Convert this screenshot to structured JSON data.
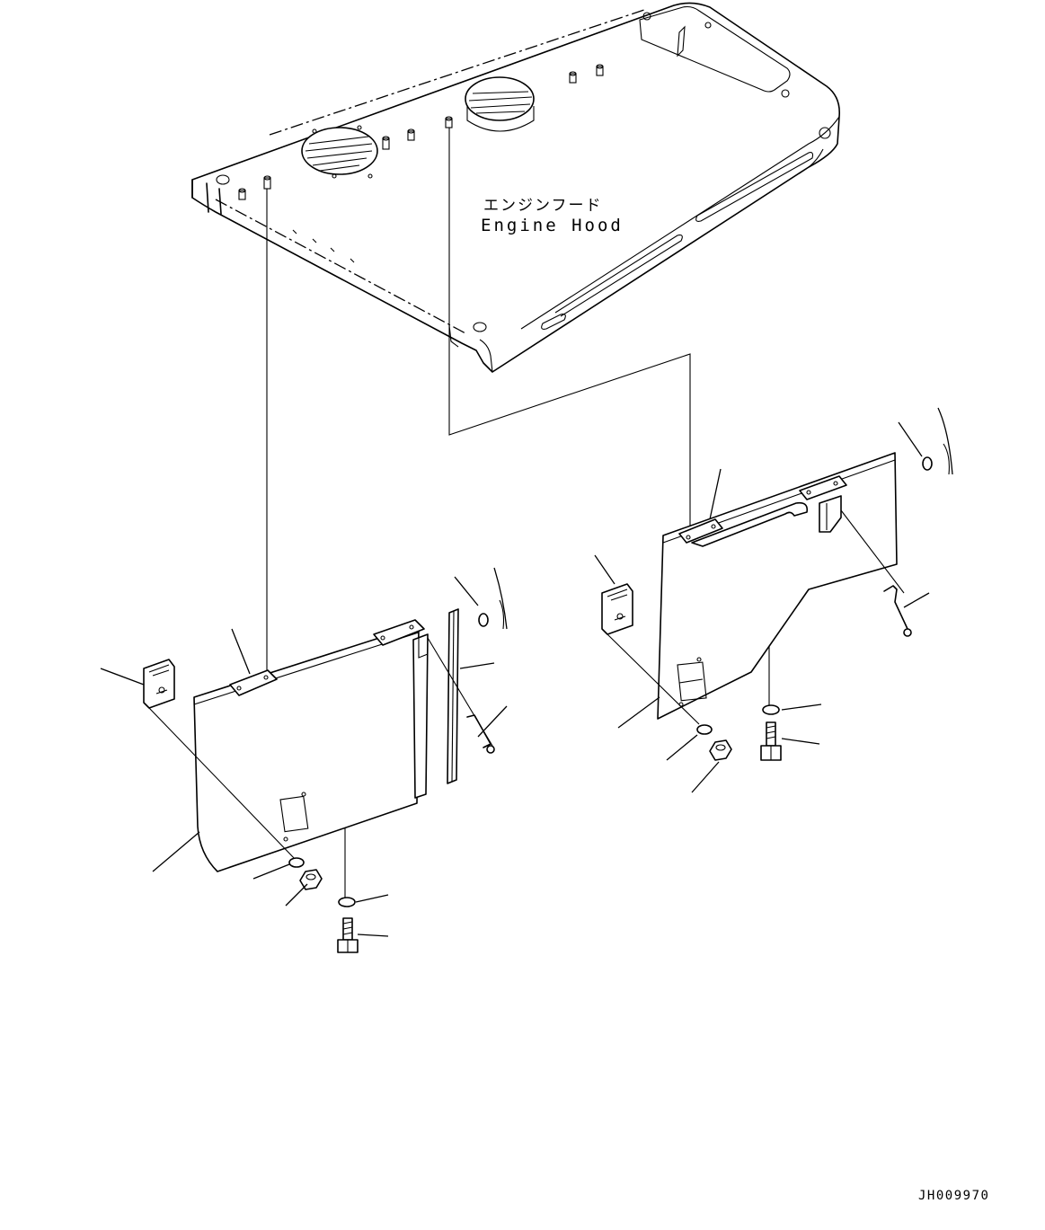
{
  "labels": {
    "hood_jp": "エンジンフード",
    "hood_en": "Engine Hood",
    "drawing_id": "JH009970"
  }
}
